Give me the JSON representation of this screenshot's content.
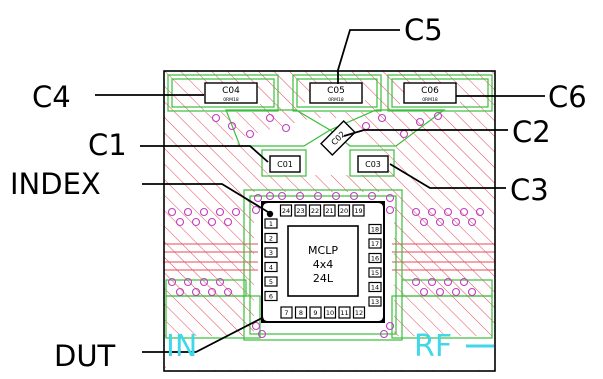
{
  "callouts": {
    "c1": "C1",
    "c2": "C2",
    "c3": "C3",
    "c4": "C4",
    "c5": "C5",
    "c6": "C6",
    "index": "INDEX",
    "dut": "DUT"
  },
  "components": {
    "c01": "C01",
    "c02": "C02",
    "c03": "C03",
    "c04": "C04",
    "c05": "C05",
    "c06": "C06",
    "size_code": "0RM18"
  },
  "package": {
    "line1": "MCLP",
    "line2": "4x4",
    "line3": "24L"
  },
  "pins": {
    "left": [
      "1",
      "2",
      "3",
      "4",
      "5",
      "6"
    ],
    "bottom": [
      "7",
      "8",
      "9",
      "10",
      "11",
      "12"
    ],
    "right": [
      "13",
      "14",
      "15",
      "16",
      "17",
      "18"
    ],
    "top": [
      "19",
      "20",
      "21",
      "22",
      "23",
      "24"
    ]
  },
  "ports": {
    "rf_in": "IN",
    "rf_out": "RF"
  },
  "colors": {
    "board_hatch": "#e8485a",
    "pad_outline": "#3bbf3b",
    "via": "#c040c0",
    "port_label": "#40d8e8",
    "ink": "#000000"
  }
}
